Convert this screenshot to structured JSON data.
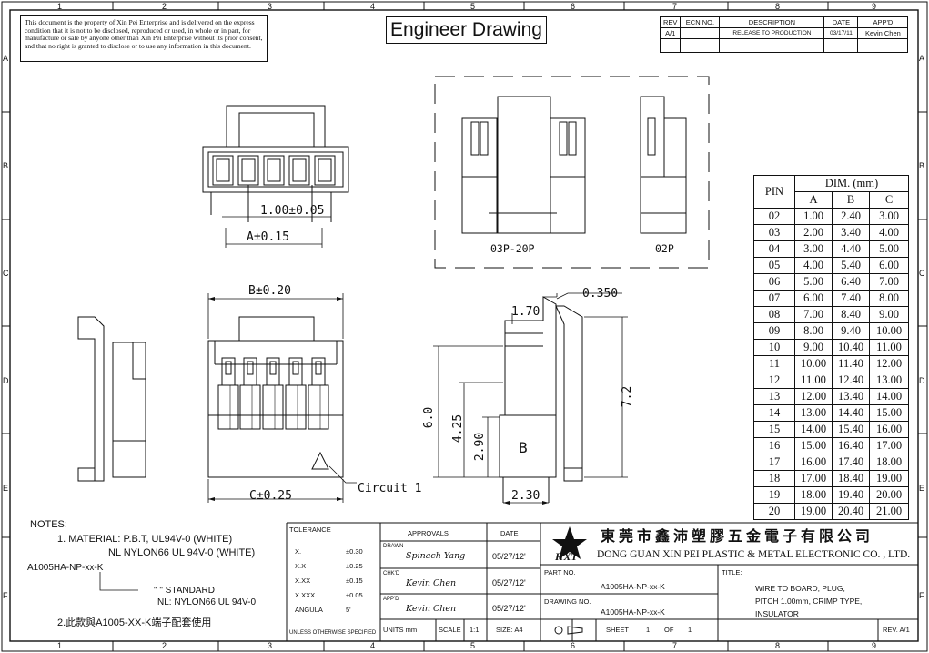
{
  "header": {
    "title": "Engineer Drawing",
    "property_notice": "This document is the property of Xin Pei Enterprise and is delivered on the express condition that it is not to be disclosed, reproduced or used, in whole or in part, for manufacture or sale by anyone other than Xin Pei Enterprise without its prior consent, and that no right is granted to disclose or to use any information in this document."
  },
  "grid": {
    "columns": [
      "1",
      "2",
      "3",
      "4",
      "5",
      "6",
      "7",
      "8",
      "9"
    ],
    "rows": [
      "A",
      "B",
      "C",
      "D",
      "E",
      "F"
    ]
  },
  "revision": {
    "headers": [
      "REV",
      "ECN NO.",
      "DESCRIPTION",
      "DATE",
      "APP'D"
    ],
    "row": [
      "A/1",
      "",
      "RELEASE TO PRODUCTION",
      "03/17/11",
      "Kevin Chen"
    ]
  },
  "views": {
    "variant_label_multi": "03P-20P",
    "variant_label_two": "02P",
    "circuit_label": "Circuit 1",
    "cavity_letter": "B"
  },
  "dimensions": {
    "pitch": "1.00±0.05",
    "a": "A±0.15",
    "b": "B±0.20",
    "c": "C±0.25",
    "d_0_350": "0.350",
    "d_1_70": "1.70",
    "d_6_0": "6.0",
    "d_4_25": "4.25",
    "d_2_90": "2.90",
    "d_7_2": "7.2",
    "d_2_30": "2.30"
  },
  "pin_table": {
    "pin_header": "PIN",
    "dim_header": "DIM. (mm)",
    "col_headers": [
      "A",
      "B",
      "C"
    ],
    "rows": [
      [
        "02",
        "1.00",
        "2.40",
        "3.00"
      ],
      [
        "03",
        "2.00",
        "3.40",
        "4.00"
      ],
      [
        "04",
        "3.00",
        "4.40",
        "5.00"
      ],
      [
        "05",
        "4.00",
        "5.40",
        "6.00"
      ],
      [
        "06",
        "5.00",
        "6.40",
        "7.00"
      ],
      [
        "07",
        "6.00",
        "7.40",
        "8.00"
      ],
      [
        "08",
        "7.00",
        "8.40",
        "9.00"
      ],
      [
        "09",
        "8.00",
        "9.40",
        "10.00"
      ],
      [
        "10",
        "9.00",
        "10.40",
        "11.00"
      ],
      [
        "11",
        "10.00",
        "11.40",
        "12.00"
      ],
      [
        "12",
        "11.00",
        "12.40",
        "13.00"
      ],
      [
        "13",
        "12.00",
        "13.40",
        "14.00"
      ],
      [
        "14",
        "13.00",
        "14.40",
        "15.00"
      ],
      [
        "15",
        "14.00",
        "15.40",
        "16.00"
      ],
      [
        "16",
        "15.00",
        "16.40",
        "17.00"
      ],
      [
        "17",
        "16.00",
        "17.40",
        "18.00"
      ],
      [
        "18",
        "17.00",
        "18.40",
        "19.00"
      ],
      [
        "19",
        "18.00",
        "19.40",
        "20.00"
      ],
      [
        "20",
        "19.00",
        "20.40",
        "21.00"
      ]
    ]
  },
  "notes": {
    "heading": "NOTES:",
    "material_1": "1. MATERIAL: P.B.T, UL94V-0 (WHITE)",
    "material_2": "NL NYLON66 UL 94V-0 (WHITE)",
    "part_code": "A1005HA-NP-xx-K",
    "standard": "\"  \" STANDARD",
    "nl": "NL: NYLON66 UL 94V-0",
    "note_2": "2.此款與A1005-XX-K端子配套使用"
  },
  "tolerance": {
    "header": "TOLERANCE",
    "rows": [
      [
        "X.",
        "±0.30"
      ],
      [
        "X.X",
        "±0.25"
      ],
      [
        "X.XX",
        "±0.15"
      ],
      [
        "X.XXX",
        "±0.05"
      ],
      [
        "ANGULA",
        "5'"
      ]
    ],
    "footer": "UNLESS OTHERWISE SPECIFIED"
  },
  "approvals": {
    "header": "APPROVALS",
    "date_header": "DATE",
    "drawn_label": "DRAWN",
    "drawn_by": "Spinach Yang",
    "drawn_date": "05/27/12'",
    "chkd_label": "CHK'D",
    "chkd_by": "Kevin Chen",
    "chkd_date": "05/27/12'",
    "appd_label": "APP'D",
    "appd_by": "Kevin Chen",
    "appd_date": "05/27/12'",
    "units": "UNITS mm",
    "scale_label": "SCALE",
    "scale_value": "1:1",
    "size": "SIZE: A4"
  },
  "company": {
    "name_cn": "東 莞 市 鑫 沛 塑 膠 五 金 電 子 有 限 公 司",
    "name_en": "DONG GUAN XIN PEI PLASTIC & METAL ELECTRONIC CO. , LTD.",
    "logo_text": "HXT"
  },
  "title_block": {
    "part_no_label": "PART NO.",
    "part_no": "A1005HA-NP-xx-K",
    "drawing_no_label": "DRAWING NO.",
    "drawing_no": "A1005HA-NP-xx-K",
    "sheet_label": "SHEET",
    "sheet_value": "1",
    "of_label": "OF",
    "of_value": "1",
    "title_label": "TITLE:",
    "title_1": "WIRE TO BOARD, PLUG,",
    "title_2": "PITCH 1.00mm, CRIMP TYPE,",
    "title_3": "INSULATOR",
    "rev": "REV. A/1"
  }
}
